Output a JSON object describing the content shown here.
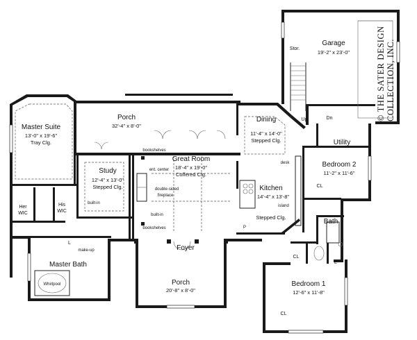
{
  "copyright": {
    "line1": "© THE SATER DESIGN",
    "line2": "COLLECTION, INC."
  },
  "rooms": {
    "garage": {
      "name": "Garage",
      "dims": "19'-2\" x 23'-0\""
    },
    "storage": "Stor.",
    "master_suite": {
      "name": "Master Suite",
      "dims": "13'-0\" x 19'-6\"",
      "ceiling": "Tray Clg."
    },
    "porch_rear": {
      "name": "Porch",
      "dims": "32'-4\" x 8'-0\""
    },
    "dining": {
      "name": "Dining",
      "dims": "11'-4\" x 14'-0\"",
      "ceiling": "Stepped Clg."
    },
    "great_room": {
      "name": "Great Room",
      "dims": "18'-4\" x 19'-0\"",
      "ceiling": "Coffered Clg."
    },
    "study": {
      "name": "Study",
      "dims": "12'-4\" x 13'-0\"",
      "ceiling": "Stepped Clg."
    },
    "kitchen": {
      "name": "Kitchen",
      "dims": "14'-4\" x 13'-8\"",
      "ceiling": "Stepped Clg."
    },
    "utility": {
      "name": "Utility"
    },
    "bedroom2": {
      "name": "Bedroom 2",
      "dims": "11'-2\" x 11'-6\""
    },
    "her_wic": {
      "line1": "Her",
      "line2": "WIC"
    },
    "his_wic": {
      "line1": "His",
      "line2": "WIC"
    },
    "master_bath": {
      "name": "Master Bath"
    },
    "foyer": {
      "name": "Foyer"
    },
    "porch_front": {
      "name": "Porch",
      "dims": "20'-8\" x 8'-0\""
    },
    "bath": {
      "name": "Bath"
    },
    "bedroom1": {
      "name": "Bedroom 1",
      "dims": "12'-6\" x 11'-8\""
    }
  },
  "labels": {
    "up": "Up",
    "dn": "Dn",
    "bookshelves": "bookshelves",
    "ent_center": "ent. center",
    "double_sided": "double-sided",
    "fireplace": "fireplace",
    "built_in": "built-in",
    "desk": "desk",
    "island": "island",
    "pantry": "P",
    "closet": "CL",
    "linen": "L",
    "makeup": "make-up",
    "whirlpool": "Whirlpool"
  }
}
